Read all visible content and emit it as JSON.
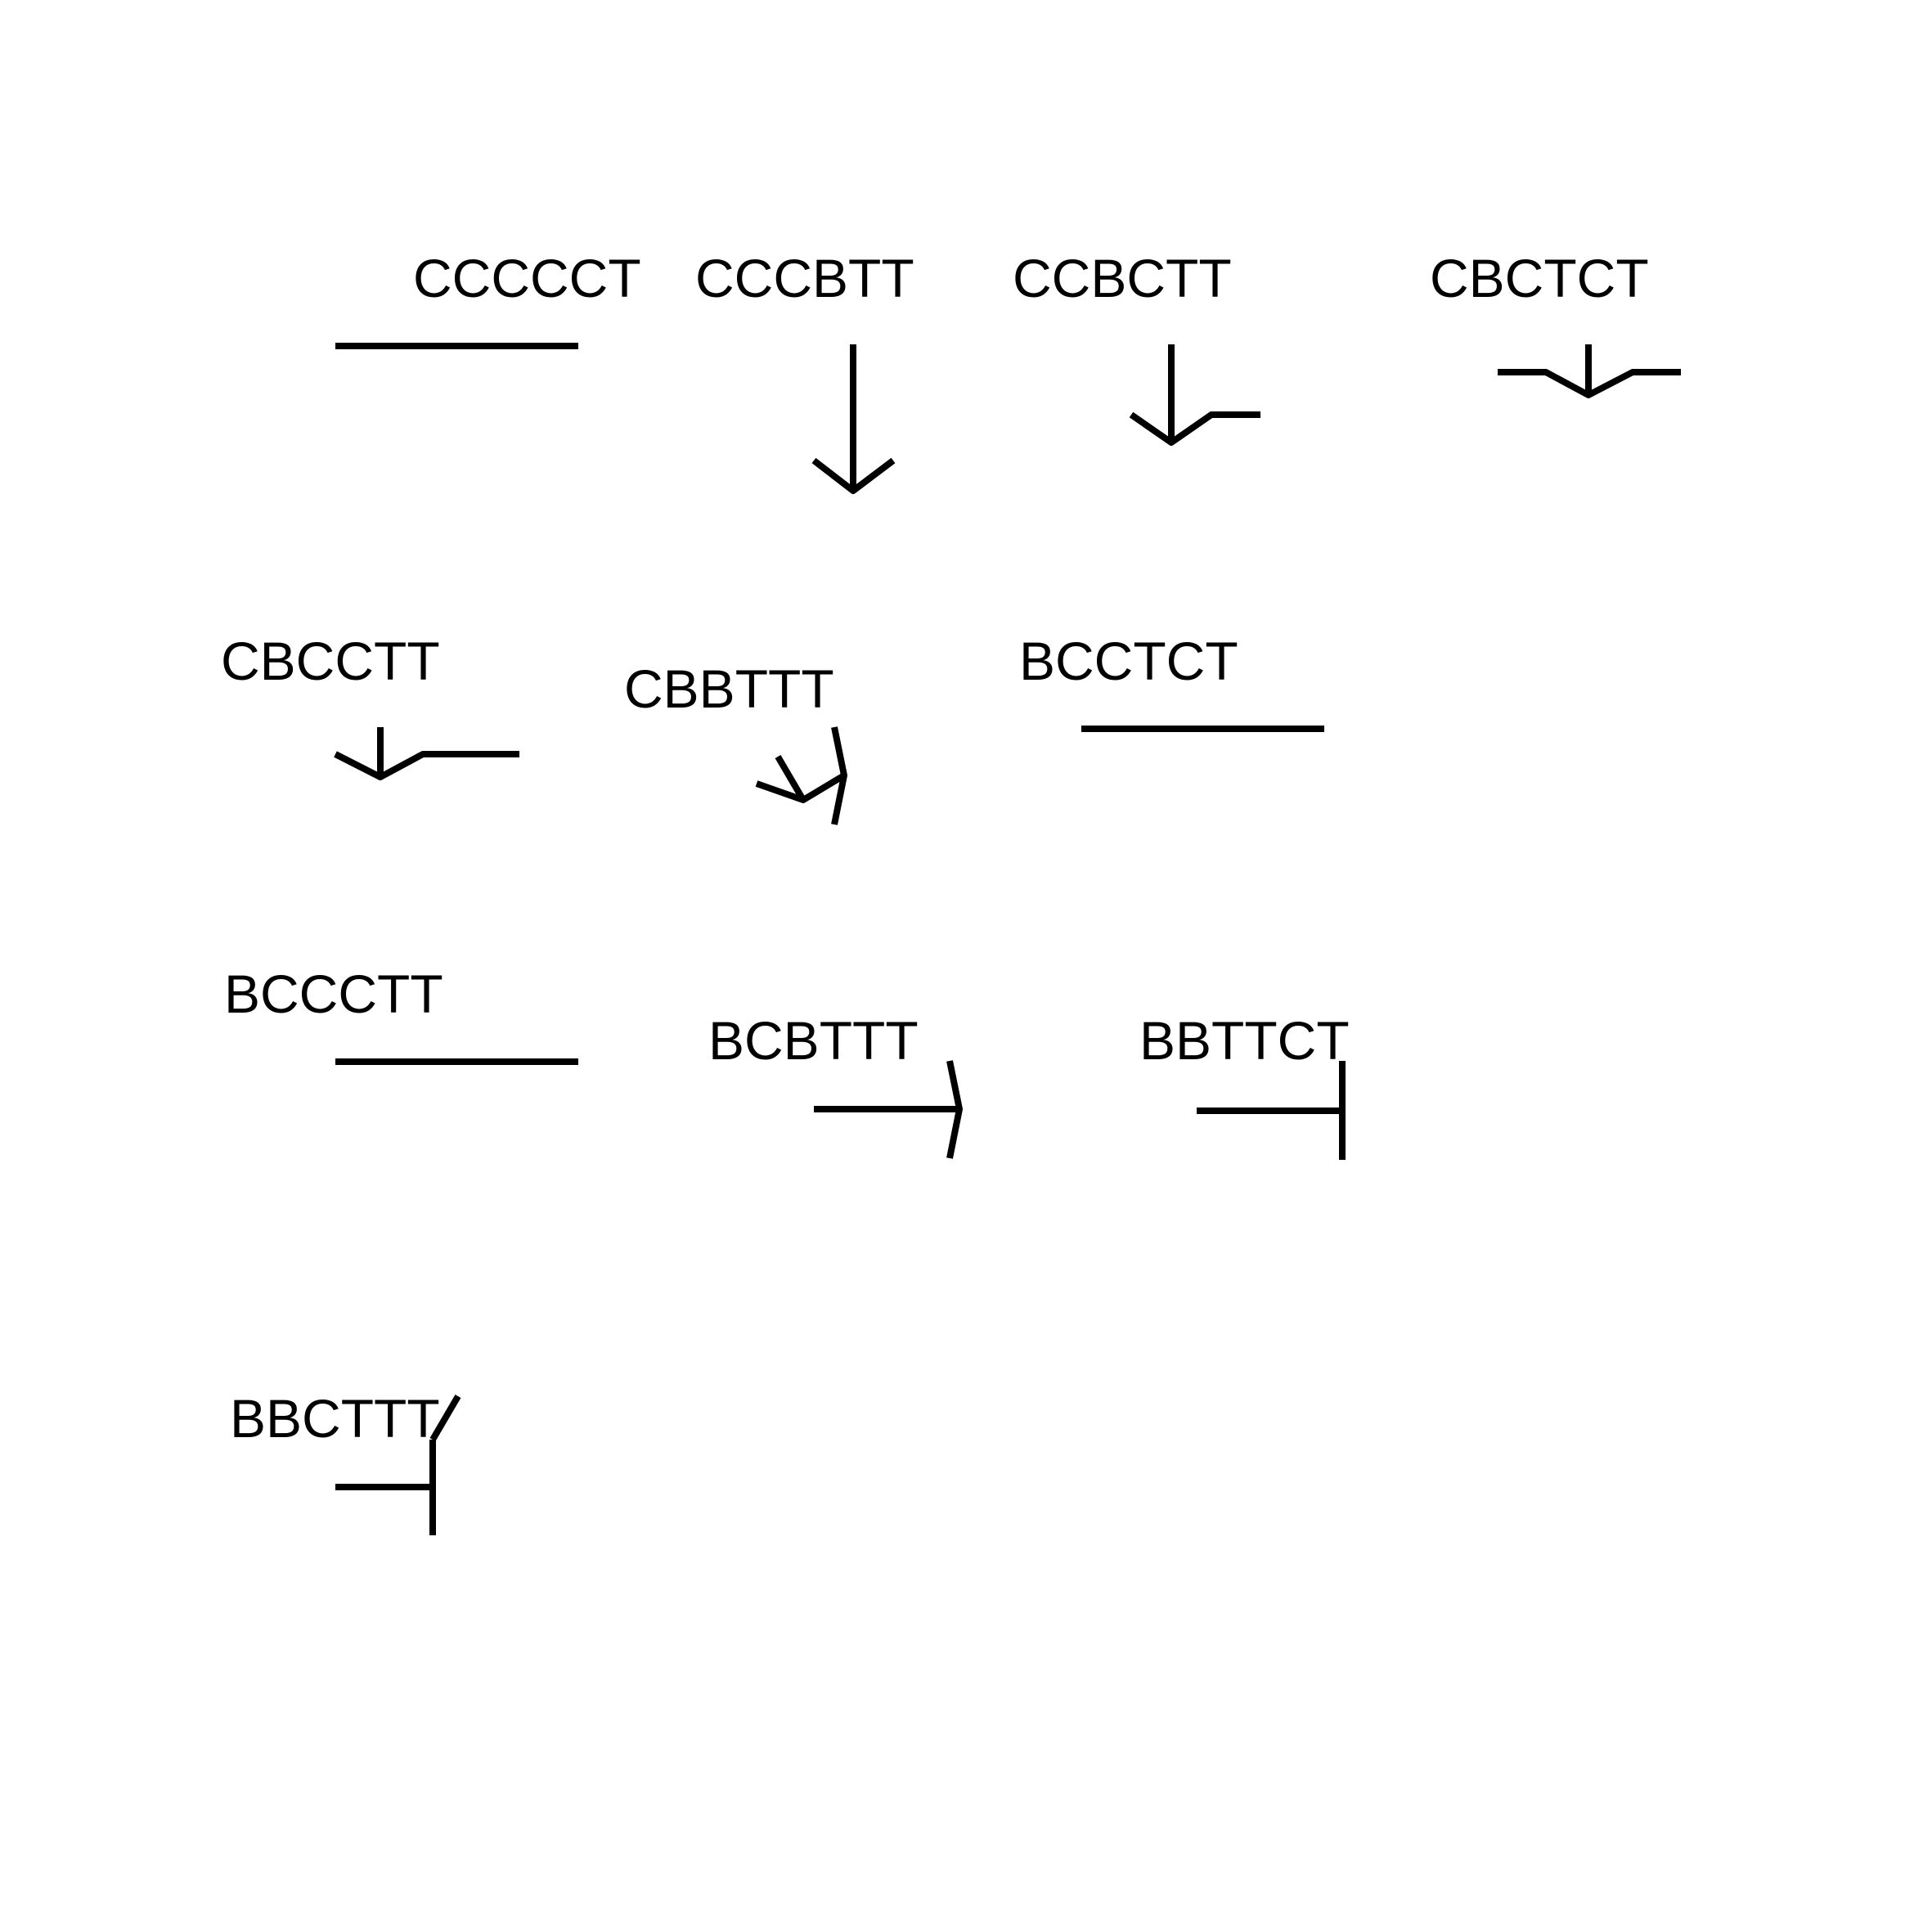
{
  "diagram": {
    "labels": [
      "CCCCCT",
      "CCCBTT",
      "CCBCTT",
      "CBCTCT",
      "CBCCTT",
      "CBBTTT",
      "BCCTCT",
      "BCCCTT",
      "BCBTTT",
      "BBTTCT",
      "BBCTTT"
    ],
    "line_color": "#000000",
    "background_color": "#ffffff"
  }
}
